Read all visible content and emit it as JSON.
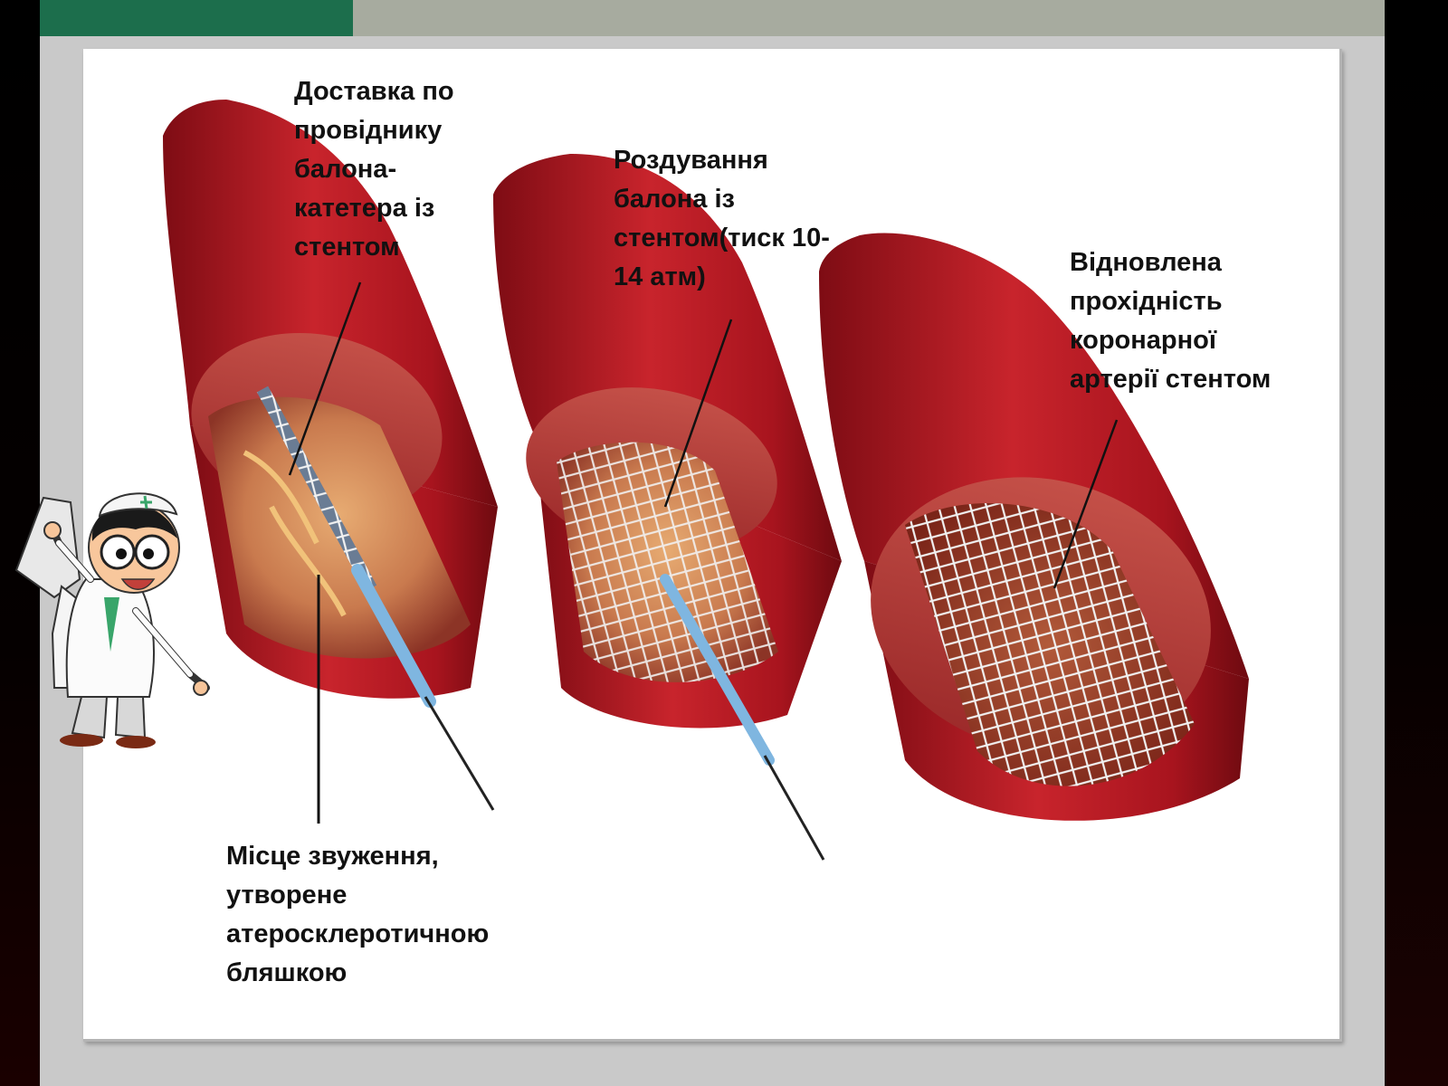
{
  "colors": {
    "slide_background": "#c9c9c9",
    "top_bar": "#a7ab9f",
    "top_bar_accent": "#1c6e4c",
    "artery_red": "#b01822",
    "artery_inner": "#d05a4a",
    "plaque": "#e0a060"
  },
  "icons": {
    "doctor": "cartoon-doctor-icon"
  },
  "labels": {
    "delivery": "Доставка по\nпровіднику\nбалона-\nкатетера із\nстентом",
    "inflation": "Роздування\nбалона із\nстентом(тиск 10-\n14 атм)",
    "restored": "Відновлена\nпрохідність\nкоронарної\nартерії стентом",
    "narrowing": "Місце звуження,\nутворене\nатеросклеротичною\nбляшкою"
  }
}
